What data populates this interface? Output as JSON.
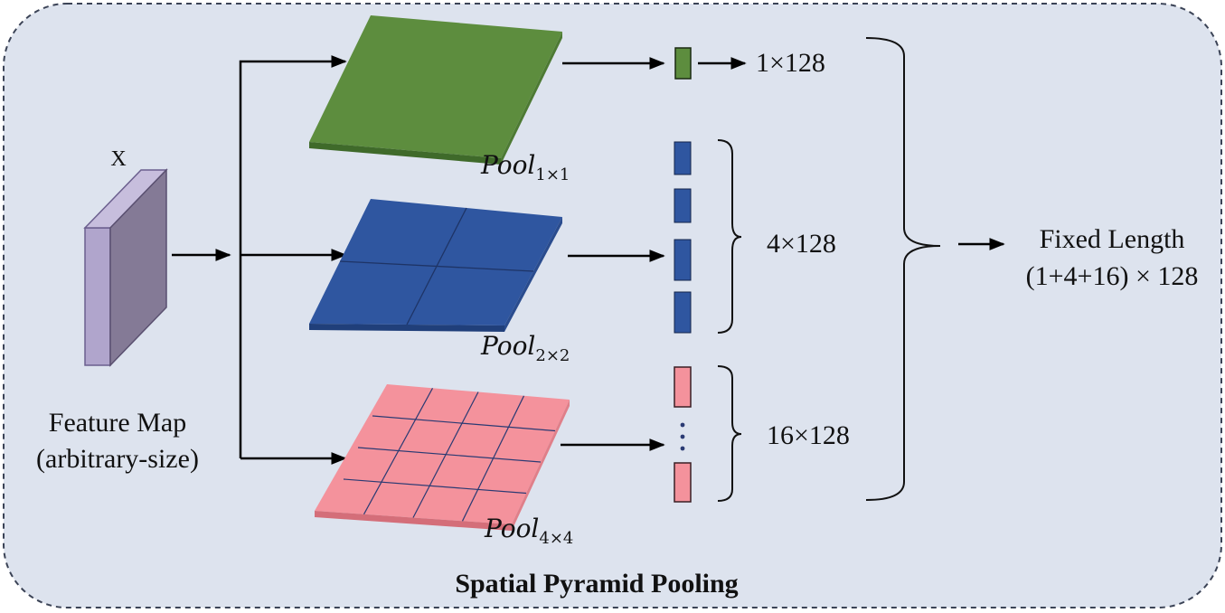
{
  "diagram": {
    "title": "Spatial Pyramid Pooling",
    "input": {
      "symbol": "X",
      "caption_line1": "Feature Map",
      "caption_line2": "(arbitrary-size)"
    },
    "levels": [
      {
        "pool_base": "Pool",
        "pool_sub": "1×1",
        "output": "1×128",
        "grid": 1,
        "color": "#5a8a3c"
      },
      {
        "pool_base": "Pool",
        "pool_sub": "2×2",
        "output": "4×128",
        "grid": 2,
        "color": "#2f55a0"
      },
      {
        "pool_base": "Pool",
        "pool_sub": "4×4",
        "output": "16×128",
        "grid": 4,
        "color": "#f4919b"
      }
    ],
    "result": {
      "line1": "Fixed Length",
      "line2": "(1+4+16) × 128"
    },
    "colors": {
      "background": "#dde3ee",
      "border": "#3b4356",
      "feature_map": "#a99cc6",
      "arrow": "#000000"
    }
  }
}
